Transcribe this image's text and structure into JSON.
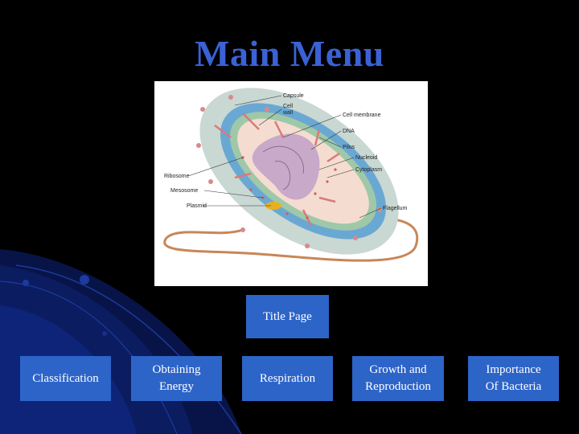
{
  "page": {
    "title": "Main Menu"
  },
  "diagram": {
    "labels": {
      "capsule": "Capsule",
      "cell_wall_1": "Cell",
      "cell_wall_2": "wall",
      "cell_membrane": "Cell membrane",
      "dna": "DNA",
      "pilus": "Pilus",
      "nucleoid": "Nucleoid",
      "cytoplasm": "Cytoplasm",
      "ribosome": "Ribosome",
      "mesosome": "Mesosome",
      "plasmid": "Plasmid",
      "flagellum": "Flagellum"
    }
  },
  "menu": {
    "title_page": "Title Page",
    "classification": "Classification",
    "obtaining_energy": [
      "Obtaining",
      "Energy"
    ],
    "respiration": "Respiration",
    "growth": [
      "Growth and",
      "Reproduction"
    ],
    "importance": [
      "Importance",
      "Of Bacteria"
    ]
  },
  "colors": {
    "background": "#000000",
    "title": "#3a62d6",
    "button": "#2d64c8",
    "button_text": "#ffffff",
    "swoosh": "#0d1f6e"
  }
}
